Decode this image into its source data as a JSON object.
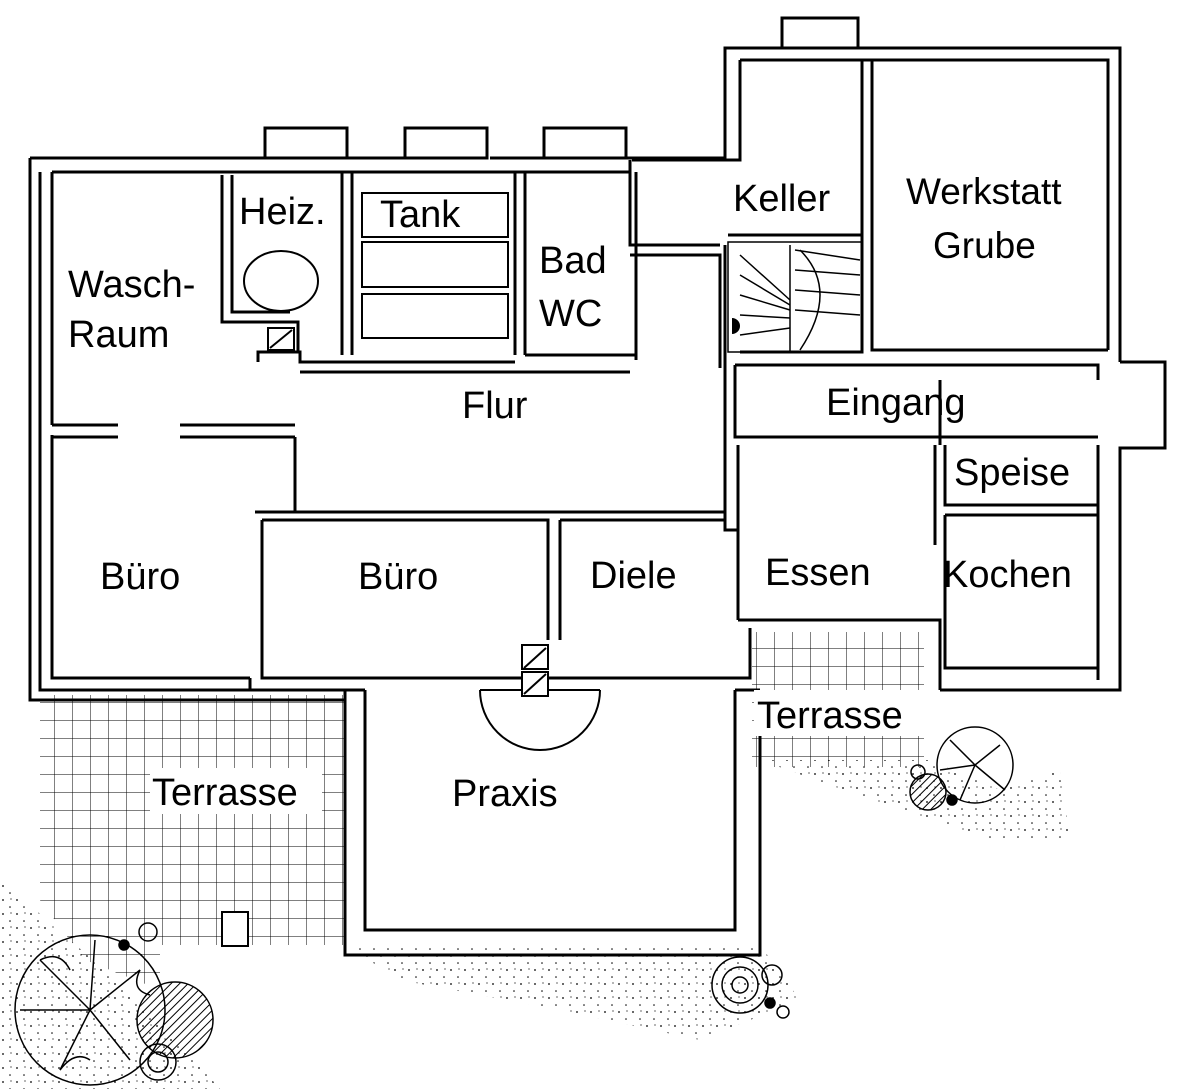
{
  "rooms": {
    "wasch_raum_1": "Wasch-",
    "wasch_raum_2": "Raum",
    "heiz": "Heiz.",
    "tank": "Tank",
    "bad_1": "Bad",
    "bad_2": "WC",
    "keller": "Keller",
    "werkstatt_1": "Werkstatt",
    "werkstatt_2": "Grube",
    "flur": "Flur",
    "eingang": "Eingang",
    "speise": "Speise",
    "buero_left": "Büro",
    "buero_mid": "Büro",
    "diele": "Diele",
    "essen": "Essen",
    "kochen": "Kochen",
    "terrasse_right": "Terrasse",
    "terrasse_left": "Terrasse",
    "praxis": "Praxis"
  },
  "icons": [
    "stair-icon",
    "tree-icon",
    "shrub-icon",
    "chimney-icon",
    "heating-boiler-icon"
  ]
}
